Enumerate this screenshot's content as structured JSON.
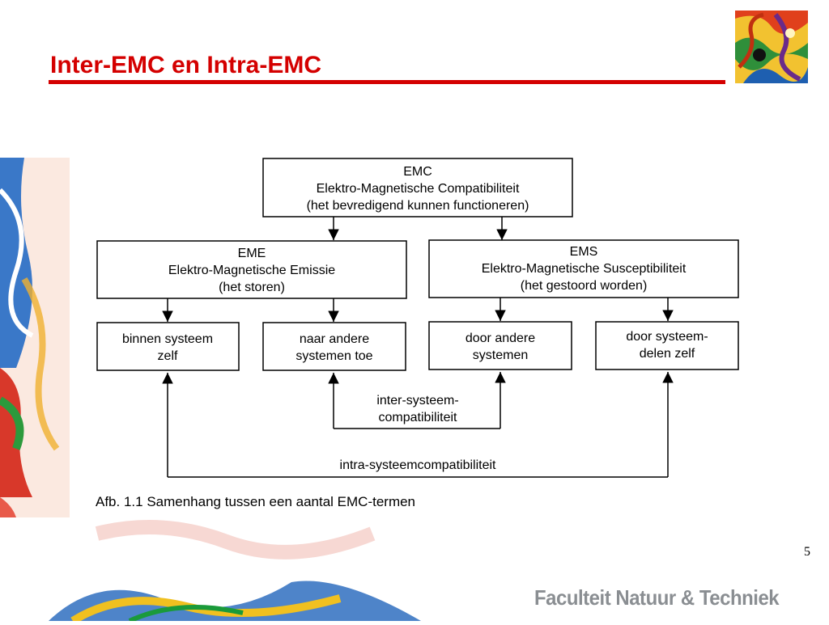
{
  "slide": {
    "title": "Inter-EMC en Intra-EMC",
    "page_number": "5",
    "footer": "Faculteit  Natuur & Techniek"
  },
  "diagram": {
    "root": {
      "line1": "EMC",
      "line2": "Elektro-Magnetische Compatibiliteit",
      "line3": "(het bevredigend kunnen functioneren)"
    },
    "eme": {
      "line1": "EME",
      "line2": "Elektro-Magnetische Emissie",
      "line3": "(het storen)"
    },
    "ems": {
      "line1": "EMS",
      "line2": "Elektro-Magnetische Susceptibiliteit",
      "line3": "(het gestoord worden)"
    },
    "leaves": [
      {
        "line1": "binnen systeem",
        "line2": "zelf"
      },
      {
        "line1": "naar andere",
        "line2": "systemen toe"
      },
      {
        "line1": "door andere",
        "line2": "systemen"
      },
      {
        "line1": "door systeem-",
        "line2": "delen zelf"
      }
    ],
    "inter_label": {
      "line1": "inter-systeem-",
      "line2": "compatibiliteit"
    },
    "intra_label": "intra-systeemcompatibiliteit",
    "caption": "Afb. 1.1 Samenhang tussen een aantal EMC-termen"
  },
  "colors": {
    "title_red": "#d40000",
    "footer_gray": "#8a8e92"
  }
}
